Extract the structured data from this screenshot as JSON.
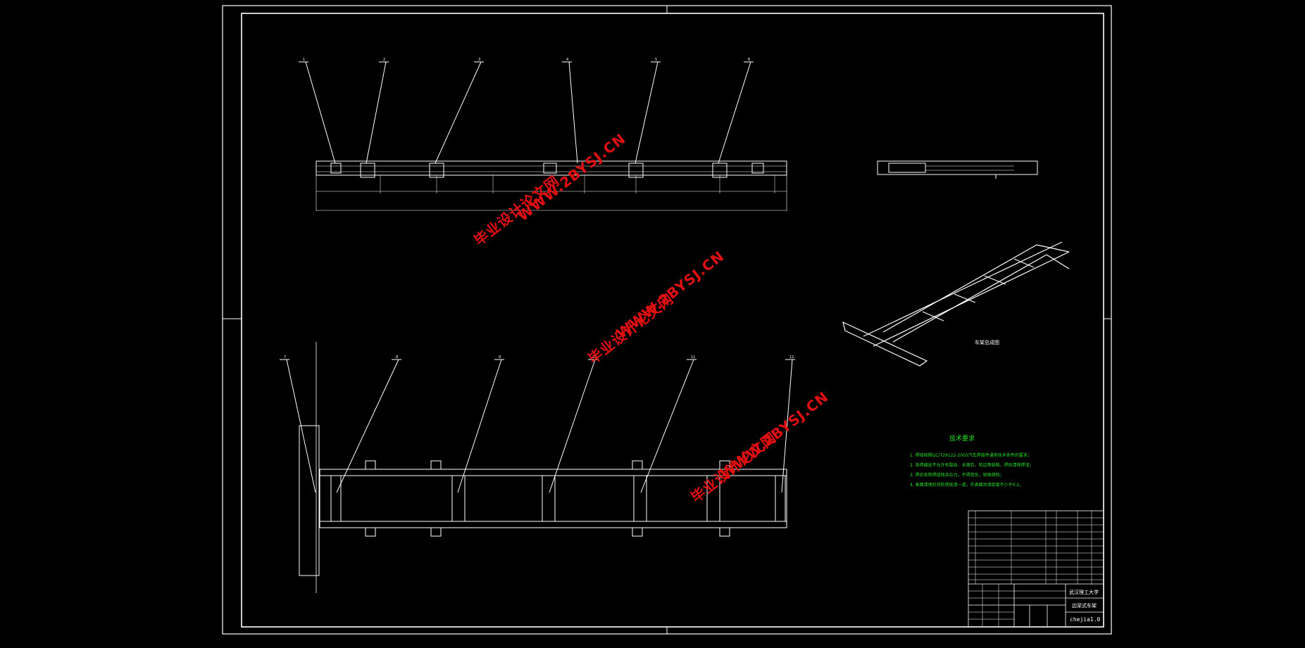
{
  "technical_requirements": {
    "title": "技术要求",
    "items": [
      "1. 焊接按照QC/T29122-2003汽车焊接件通用技术条件的要求；",
      "2. 各焊缝处不允许有裂纹、未熔合、咬边等缺陷，焊后清除焊渣；",
      "3. 焊后去除焊接残余应力，不得变形，锐角倒钝；",
      "4. 表面清理后涂防锈底漆一道，外表面涂漆厚度不小于0.2。"
    ]
  },
  "iso_view_label": "车架总成图",
  "title_block": {
    "school": "武汉理工大学",
    "drawing_name": "边梁式车架",
    "drawing_number": "chejia1.0"
  },
  "watermarks": [
    "毕业设计论文网",
    "WWW.2BYSJ.CN"
  ],
  "balloons_top": [
    "1",
    "2",
    "3",
    "4",
    "5",
    "6"
  ],
  "balloons_bottom": [
    "7",
    "8",
    "9",
    "10",
    "11",
    "12"
  ],
  "colors": {
    "background": "#000000",
    "lines": "#ffffff",
    "watermark": "#e01010",
    "notes": "#28e028"
  }
}
